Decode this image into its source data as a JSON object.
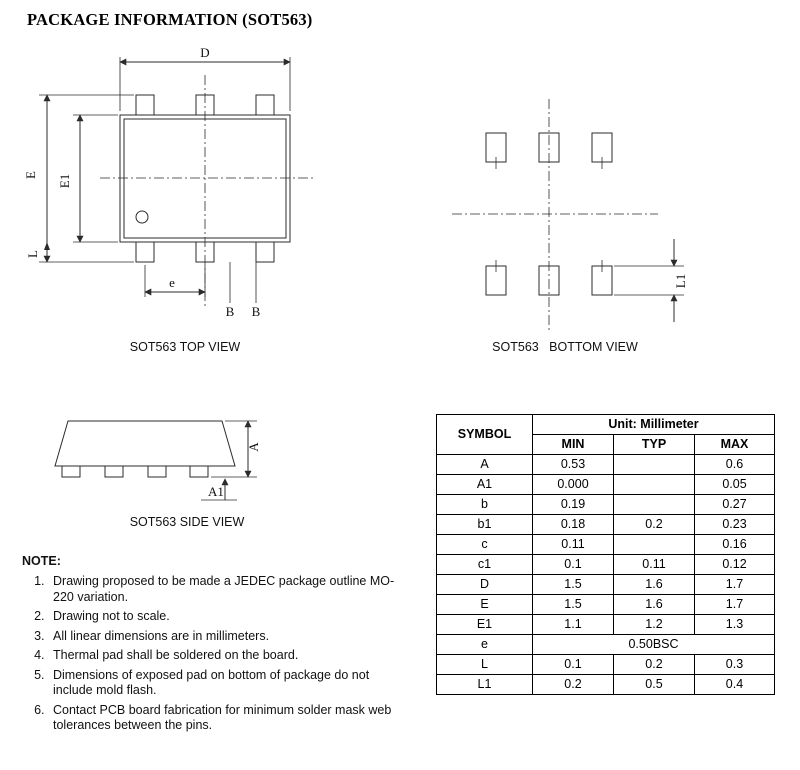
{
  "page": {
    "title": "PACKAGE INFORMATION (SOT563)"
  },
  "top_view": {
    "caption": "SOT563 TOP VIEW",
    "dim_d": "D",
    "dim_e": "E",
    "dim_e1": "E1",
    "dim_l": "L",
    "dim_e_pitch": "e",
    "dim_b_left": "B",
    "dim_b_right": "B"
  },
  "bottom_view": {
    "caption": "SOT563   BOTTOM VIEW",
    "dim_l1": "L1"
  },
  "side_view": {
    "caption": "SOT563 SIDE VIEW",
    "dim_a": "A",
    "dim_a1": "A1"
  },
  "table": {
    "header": {
      "symbol": "SYMBOL",
      "unit": "Unit: Millimeter",
      "min": "MIN",
      "typ": "TYP",
      "max": "MAX"
    },
    "rows": [
      {
        "symbol": "A",
        "min": "0.53",
        "typ": "",
        "max": "0.6"
      },
      {
        "symbol": "A1",
        "min": "0.000",
        "typ": "",
        "max": "0.05"
      },
      {
        "symbol": "b",
        "min": "0.19",
        "typ": "",
        "max": "0.27"
      },
      {
        "symbol": "b1",
        "min": "0.18",
        "typ": "0.2",
        "max": "0.23"
      },
      {
        "symbol": "c",
        "min": "0.11",
        "typ": "",
        "max": "0.16"
      },
      {
        "symbol": "c1",
        "min": "0.1",
        "typ": "0.11",
        "max": "0.12"
      },
      {
        "symbol": "D",
        "min": "1.5",
        "typ": "1.6",
        "max": "1.7"
      },
      {
        "symbol": "E",
        "min": "1.5",
        "typ": "1.6",
        "max": "1.7"
      },
      {
        "symbol": "E1",
        "min": "1.1",
        "typ": "1.2",
        "max": "1.3"
      },
      {
        "symbol": "e",
        "span": "0.50BSC"
      },
      {
        "symbol": "L",
        "min": "0.1",
        "typ": "0.2",
        "max": "0.3"
      },
      {
        "symbol": "L1",
        "min": "0.2",
        "typ": "0.5",
        "max": "0.4"
      }
    ]
  },
  "notes": {
    "heading": "NOTE:",
    "items": [
      "Drawing proposed to be made a JEDEC package outline MO-220 variation.",
      "Drawing not to scale.",
      "All linear dimensions are in millimeters.",
      "Thermal pad shall be soldered on the board.",
      "Dimensions of exposed pad on bottom of package do not include mold flash.",
      "Contact PCB board fabrication for minimum solder mask web tolerances between the pins."
    ]
  }
}
